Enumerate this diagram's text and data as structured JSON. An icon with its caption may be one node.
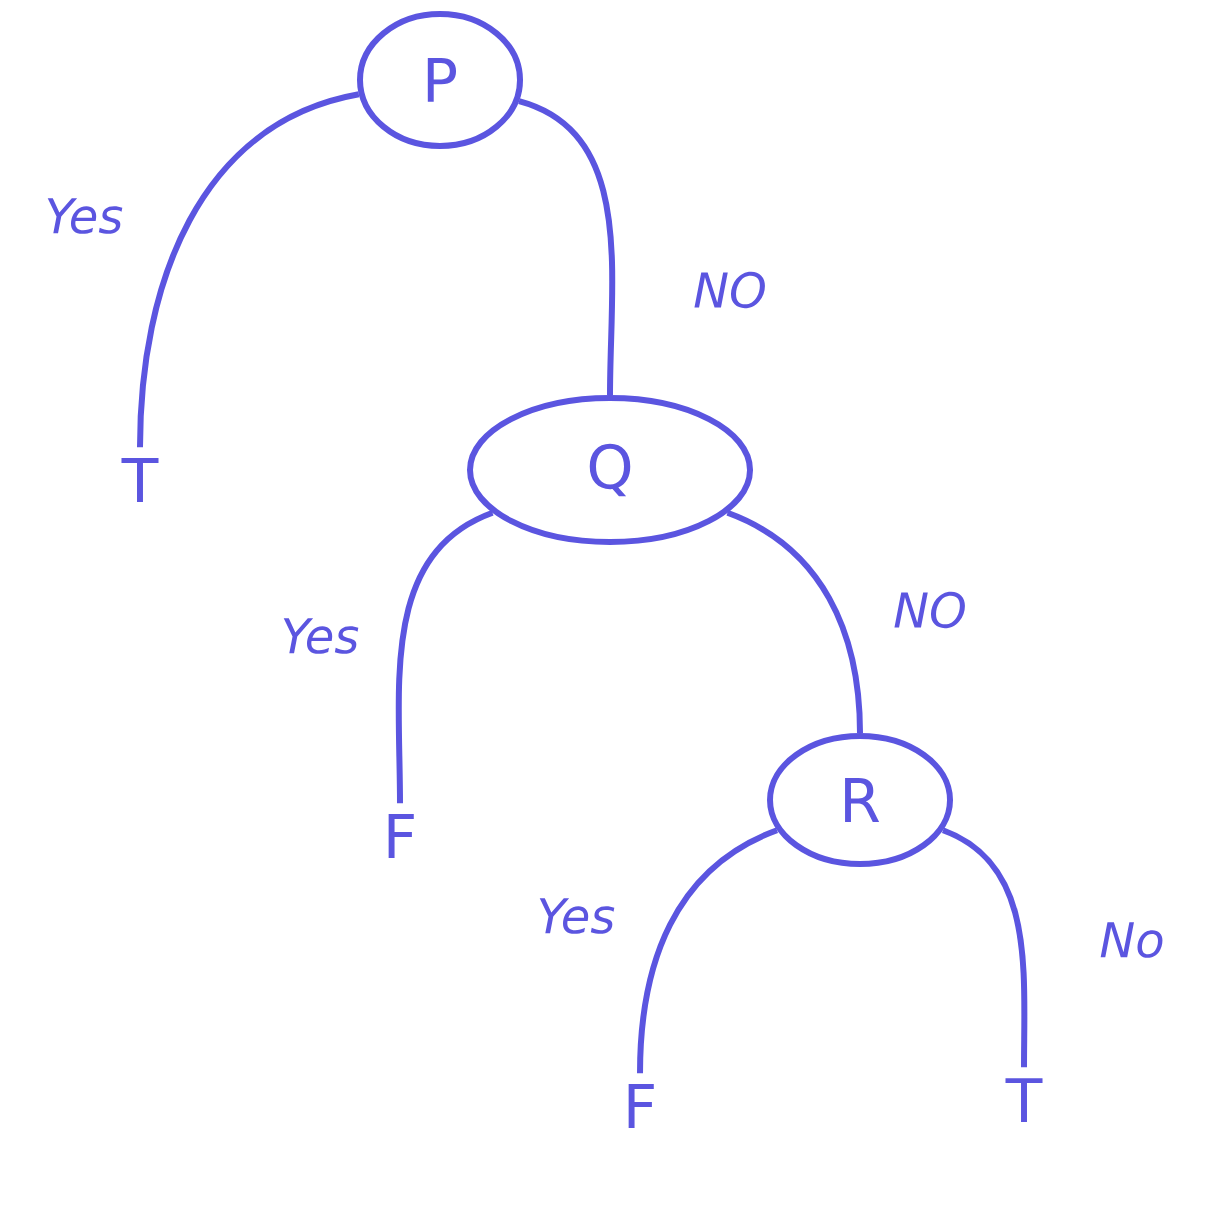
{
  "diagram": {
    "nodes": [
      {
        "text": [
          "P"
        ]
      },
      {
        "text": [
          "T"
        ]
      },
      {
        "text": [
          "Q"
        ]
      },
      {
        "text": [
          "F"
        ]
      },
      {
        "text": [
          "R"
        ]
      },
      {
        "text": [
          "F"
        ]
      },
      {
        "text": [
          "T"
        ]
      }
    ],
    "edges": [
      {
        "from": 0,
        "to": 1,
        "arrow": "none",
        "label": "Yes"
      },
      {
        "from": 0,
        "to": 2,
        "arrow": "none",
        "label": "NO"
      },
      {
        "from": 2,
        "to": 3,
        "arrow": "none",
        "label": "Yes"
      },
      {
        "from": 2,
        "to": 4,
        "arrow": "none",
        "label": "NO"
      },
      {
        "from": 4,
        "to": 5,
        "arrow": "none",
        "label": "Yes"
      },
      {
        "from": 4,
        "to": 6,
        "arrow": "none",
        "label": "No"
      }
    ]
  }
}
